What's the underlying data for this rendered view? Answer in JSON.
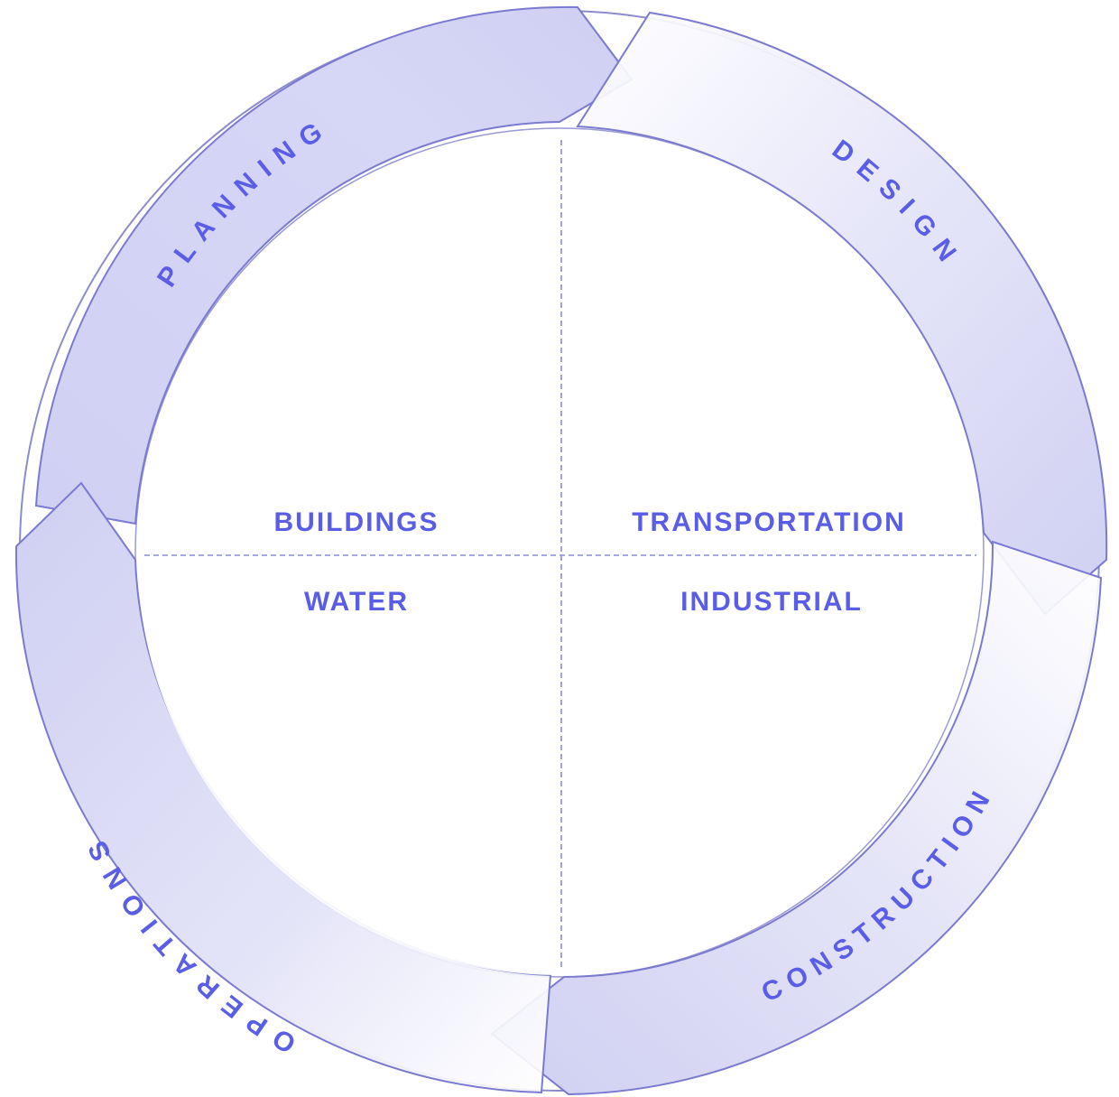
{
  "phases": [
    {
      "id": "planning",
      "label": "PLANNING"
    },
    {
      "id": "design",
      "label": "DESIGN"
    },
    {
      "id": "construction",
      "label": "CONSTRUCTION"
    },
    {
      "id": "operations",
      "label": "OPERATIONS"
    }
  ],
  "sectors": {
    "buildings": "BUILDINGS",
    "transportation": "TRANSPORTATION",
    "water": "WATER",
    "industrial": "INDUSTRIAL"
  },
  "colors": {
    "arrow_fill": "#d3d3f5",
    "arrow_stroke": "#7a7ad0",
    "label": "#5a5ee6",
    "divider": "#8a8ad8"
  }
}
